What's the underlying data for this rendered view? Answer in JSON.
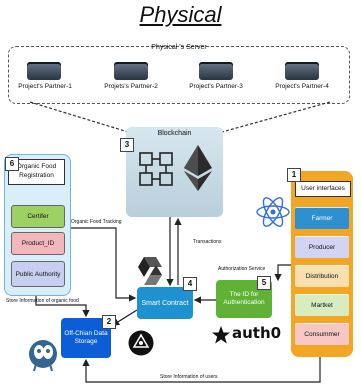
{
  "title": "Physical",
  "server": {
    "title": "Physical 's Server",
    "partners": [
      "Project's Partner-1",
      "Projets's Partner-2",
      "Project's Partner-3",
      "Project's Partner-4"
    ]
  },
  "blockchain": {
    "label": "Blockchain",
    "badge": "3"
  },
  "organic": {
    "badge": "6",
    "header": "Organic Food Registration",
    "items": [
      "Certifer",
      "Product_ID",
      "Public Authority"
    ]
  },
  "users": {
    "badge": "1",
    "header": "User interfaces",
    "items": [
      "Farmer",
      "Producer",
      "Distribution",
      "Martket",
      "Consummer"
    ]
  },
  "smart_contract": {
    "label": "Smart Contract",
    "badge": "4"
  },
  "id_auth": {
    "label": "The ID for Authentication",
    "badge": "5"
  },
  "off_chain": {
    "label": "Off-Chian Data Storage",
    "badge": "2"
  },
  "auth0_logo": "auth0",
  "edges": {
    "organic_tracking": "Organic Food Tracking",
    "transactions": "Transactions",
    "auth_service": "Authorization Service",
    "store_organic": "Store Information of organic food",
    "store_users": "Store Information of users"
  },
  "colors": {
    "blockchain_bg": "#c7dce6",
    "left_panel": "#d9eef9",
    "left_green": "#9ed163",
    "left_pink": "#f4b6bd",
    "left_lavender": "#c6cff0",
    "right_panel": "#f2a623",
    "right_blue": "#2e8fd1",
    "right_lavender": "#d3d3f3",
    "right_tan": "#f8dfaf",
    "right_lightgreen": "#d9ecbf",
    "right_pink": "#f6c7c4",
    "smart_contract": "#1e92d0",
    "id_auth": "#5fb235",
    "off_chain": "#0c5ed6"
  }
}
